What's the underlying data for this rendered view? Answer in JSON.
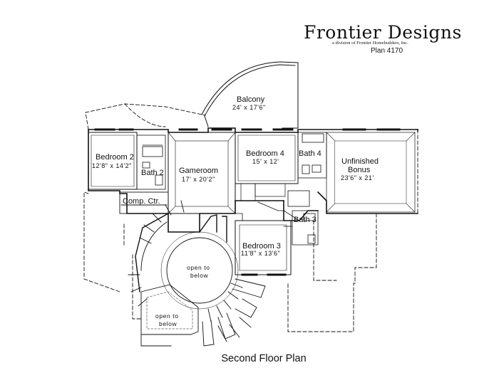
{
  "brand": {
    "name": "Frontier Designs",
    "subtitle": "a division of Frontier Homebuilders, Inc.",
    "plan_number": "Plan 4170"
  },
  "caption": "Second Floor Plan",
  "rooms": {
    "balcony": {
      "name": "Balcony",
      "dims": "24' x 17'6\""
    },
    "bedroom2": {
      "name": "Bedroom 2",
      "dims": "12'8\" x 14'2\""
    },
    "bath2": {
      "name": "Bath 2"
    },
    "gameroom": {
      "name": "Gameroom",
      "dims": "17' x 20'2\""
    },
    "bedroom4": {
      "name": "Bedroom 4",
      "dims": "15' x 12'"
    },
    "bath4": {
      "name": "Bath 4"
    },
    "bonus": {
      "name1": "Unfinished",
      "name2": "Bonus",
      "dims": "23'6\" x 21'"
    },
    "compctr": {
      "name": "Comp. Ctr."
    },
    "bath3": {
      "name": "Bath 3"
    },
    "bedroom3": {
      "name": "Bedroom 3",
      "dims": "11'8\" x 13'6\""
    },
    "open1": {
      "line1": "open to",
      "line2": "below"
    },
    "open2": {
      "line1": "open to",
      "line2": "below"
    }
  }
}
